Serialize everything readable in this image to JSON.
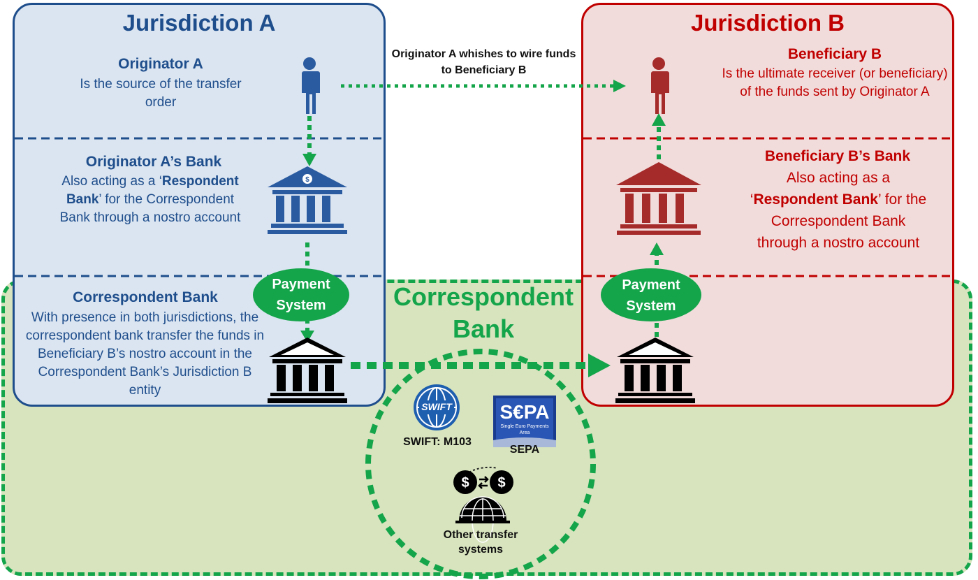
{
  "jurisdiction_a": {
    "title": "Jurisdiction A",
    "originator": {
      "title": "Originator A",
      "desc": "Is the source of the transfer order"
    },
    "originator_bank": {
      "title": "Originator A’s Bank",
      "line1": "Also acting as a ‘",
      "bold": "Respondent",
      "line2_bold": "Bank",
      "line2_rest": "’ for the Correspondent",
      "line3": "Bank through a nostro account"
    },
    "correspondent": {
      "title": "Correspondent Bank",
      "desc": "With presence in both jurisdictions, the correspondent bank transfer the funds in Beneficiary B’s nostro account in the Correspondent Bank’s Jurisdiction B entity"
    }
  },
  "jurisdiction_b": {
    "title": "Jurisdiction B",
    "beneficiary": {
      "title": "Beneficiary B",
      "desc": "Is the ultimate receiver (or beneficiary) of the funds sent by Originator A"
    },
    "beneficiary_bank": {
      "title": "Beneficiary B’s Bank",
      "line1": "Also acting as a",
      "quote_open": "‘",
      "bold": "Respondent Bank",
      "rest": "’ for the",
      "line3": "Correspondent  Bank",
      "line4": "through a nostro account"
    }
  },
  "wire_note": "Originator A whishes to wire funds to Beneficiary B",
  "correspondent_bank_label": "Correspondent Bank",
  "payment_system_label": "Payment System",
  "systems": {
    "swift_logo": "SWIFT",
    "swift_label": "SWIFT: M103",
    "sepa_logo": "S€PA",
    "sepa_sub": "Single Euro Payments Area",
    "sepa_label": "SEPA",
    "other_label": "Other transfer systems"
  },
  "colors": {
    "blue": "#1f4e8c",
    "red": "#c00000",
    "green": "#14a44a",
    "panel_a": "#dbe5f1",
    "panel_b": "#f2dcdb",
    "panel_green": "#d7e4bd"
  },
  "icons": [
    "person-icon",
    "bank-icon",
    "swift-logo",
    "sepa-logo",
    "globe-exchange-icon"
  ]
}
